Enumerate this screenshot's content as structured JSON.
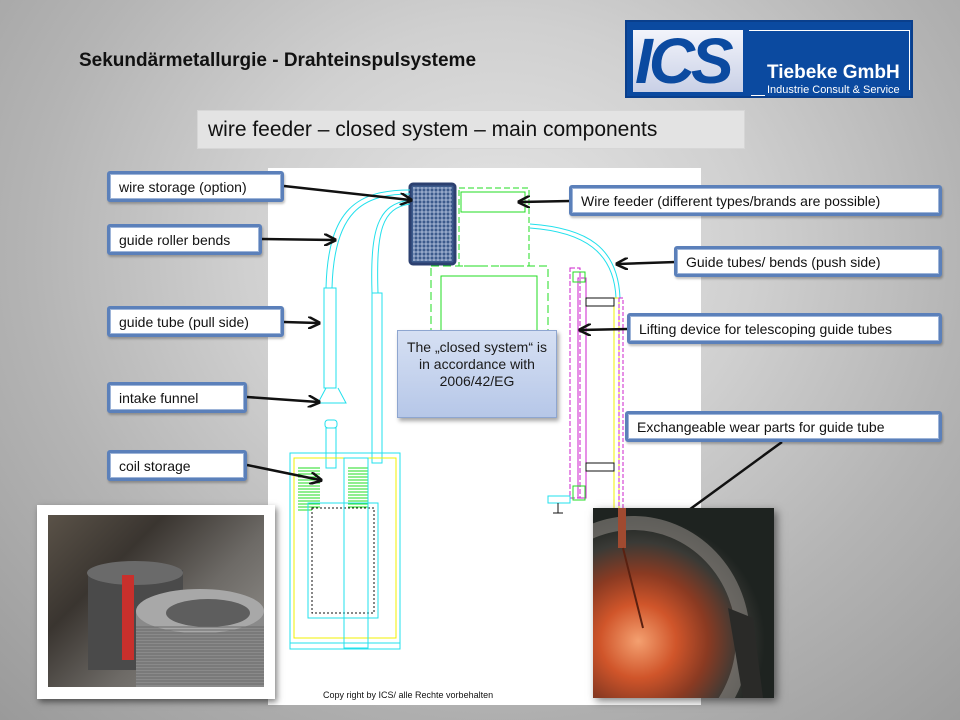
{
  "slide": {
    "title": "Sekundärmetallurgie - Drahteinspulsysteme",
    "subtitle": "wire feeder – closed system – main components",
    "copyright": "Copy right by ICS/  alle Rechte vorbehalten"
  },
  "logo": {
    "mark": "ICS",
    "company": "Tiebeke GmbH",
    "tagline": "Industrie Consult & Service",
    "brand_color": "#0b4aa0"
  },
  "labels_left": [
    {
      "id": "wire-storage",
      "text": "wire storage (option)"
    },
    {
      "id": "guide-roller-bends",
      "text": "guide roller bends"
    },
    {
      "id": "guide-tube-pull",
      "text": "guide tube (pull side)"
    },
    {
      "id": "intake-funnel",
      "text": "intake funnel"
    },
    {
      "id": "coil-storage",
      "text": "coil storage"
    }
  ],
  "labels_right": [
    {
      "id": "wire-feeder",
      "text": "Wire feeder (different types/brands are possible)"
    },
    {
      "id": "guide-tubes-push",
      "text": "Guide tubes/ bends (push side)"
    },
    {
      "id": "lifting-device",
      "text": "Lifting device for telescoping guide tubes"
    },
    {
      "id": "wear-parts",
      "text": "Exchangeable wear parts for guide tube"
    }
  ],
  "note": {
    "text": "The „closed system“ is in accordance with 2006/42/EG"
  },
  "photos": {
    "coil": "coil-storage-photo",
    "melt": "ladle-melt-photo"
  },
  "colors": {
    "label_border": "#5b80ba",
    "cad_cyan": "#22e0ec",
    "cad_green": "#22dd22",
    "cad_magenta": "#cc22cc",
    "cad_yellow": "#f0f000"
  }
}
